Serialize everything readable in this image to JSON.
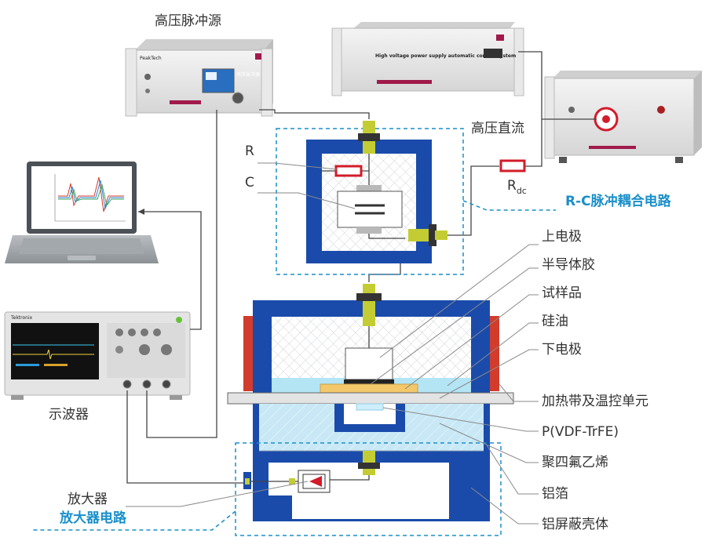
{
  "equipment": {
    "hv_pulse_source": "高压脉冲源",
    "hv_dc": "高压直流",
    "oscilloscope": "示波器",
    "amplifier": "放大器"
  },
  "components": {
    "R": "R",
    "C": "C",
    "Rdc_main": "R",
    "Rdc_sub": "dc"
  },
  "circuits": {
    "rc_coupling": "R-C脉冲耦合电路",
    "amplifier_circuit": "放大器电路"
  },
  "parts": [
    "上电极",
    "半导体胶",
    "试样品",
    "硅油",
    "下电极",
    "加热带及温控单元",
    "P(VDF-TrFE)",
    "聚四氟乙烯",
    "铝箔",
    "铝屏蔽壳体"
  ],
  "device_text": {
    "dc_panel_title": "High voltage power supply automatic control system",
    "pulse_panel_brand": "PeakTech",
    "pulse_panel_name": "高压脉冲源",
    "scope_brand": "Tektronix"
  },
  "colors": {
    "shield_blue": "#1a4bab",
    "connector_green": "#c3cd33",
    "resistor_red": "#d21c2a",
    "heater_red": "#d23c2c",
    "silicone_oil": "#b3e5f5",
    "sample_yellow": "#f3c86b",
    "accent_blue": "#1a8fc9",
    "device_body": "#e6e6e6"
  }
}
